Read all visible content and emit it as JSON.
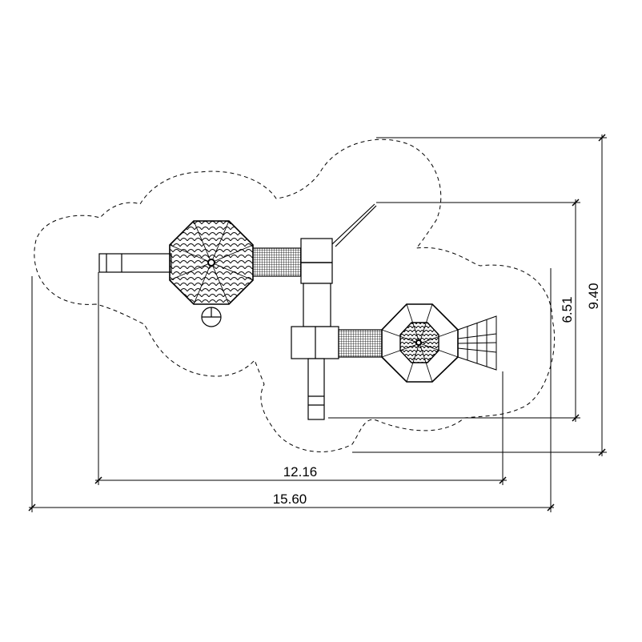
{
  "drawing": {
    "title": "Playground structure plan view",
    "dimensions": {
      "structure_width": "12.16",
      "safety_zone_width": "15.60",
      "structure_depth": "6.51",
      "safety_zone_depth": "9.40"
    },
    "colors": {
      "line": "#000000",
      "background": "#ffffff"
    }
  }
}
